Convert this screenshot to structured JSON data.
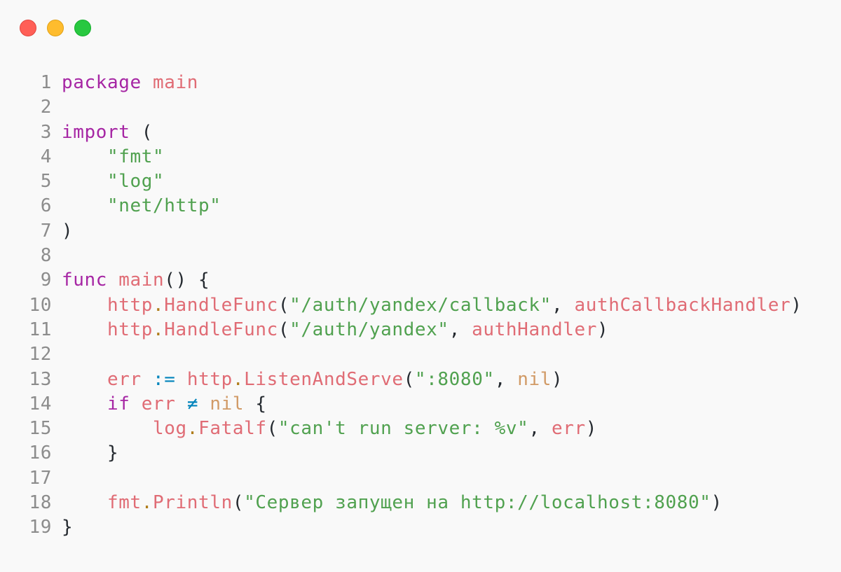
{
  "window": {
    "controls": [
      {
        "name": "close",
        "color": "#ff5f57"
      },
      {
        "name": "minimize",
        "color": "#febc2e"
      },
      {
        "name": "maximize",
        "color": "#28c840"
      }
    ]
  },
  "editor": {
    "language": "go",
    "colors": {
      "keyword": "#a626a4",
      "identifier": "#e06c75",
      "string": "#50a14f",
      "operator": "#0184bc",
      "constant": "#d19a66",
      "line_number": "#8c8c8c",
      "background": "#f9f9f9"
    },
    "lines": [
      {
        "n": "1",
        "tokens": [
          {
            "t": "package",
            "c": "kw"
          },
          {
            "t": " ",
            "c": "punc"
          },
          {
            "t": "main",
            "c": "id"
          }
        ]
      },
      {
        "n": "2",
        "tokens": []
      },
      {
        "n": "3",
        "tokens": [
          {
            "t": "import",
            "c": "kw"
          },
          {
            "t": " (",
            "c": "punc"
          }
        ]
      },
      {
        "n": "4",
        "tokens": [
          {
            "t": "    ",
            "c": "punc"
          },
          {
            "t": "\"fmt\"",
            "c": "str"
          }
        ]
      },
      {
        "n": "5",
        "tokens": [
          {
            "t": "    ",
            "c": "punc"
          },
          {
            "t": "\"log\"",
            "c": "str"
          }
        ]
      },
      {
        "n": "6",
        "tokens": [
          {
            "t": "    ",
            "c": "punc"
          },
          {
            "t": "\"net/http\"",
            "c": "str"
          }
        ]
      },
      {
        "n": "7",
        "tokens": [
          {
            "t": ")",
            "c": "punc"
          }
        ]
      },
      {
        "n": "8",
        "tokens": []
      },
      {
        "n": "9",
        "tokens": [
          {
            "t": "func",
            "c": "kw"
          },
          {
            "t": " ",
            "c": "punc"
          },
          {
            "t": "main",
            "c": "id"
          },
          {
            "t": "() {",
            "c": "punc"
          }
        ]
      },
      {
        "n": "10",
        "tokens": [
          {
            "t": "    ",
            "c": "punc"
          },
          {
            "t": "http",
            "c": "id"
          },
          {
            "t": ".",
            "c": "dotop"
          },
          {
            "t": "HandleFunc",
            "c": "id"
          },
          {
            "t": "(",
            "c": "punc"
          },
          {
            "t": "\"/auth/yandex/callback\"",
            "c": "str"
          },
          {
            "t": ", ",
            "c": "punc"
          },
          {
            "t": "authCallbackHandler",
            "c": "id"
          },
          {
            "t": ")",
            "c": "punc"
          }
        ]
      },
      {
        "n": "11",
        "tokens": [
          {
            "t": "    ",
            "c": "punc"
          },
          {
            "t": "http",
            "c": "id"
          },
          {
            "t": ".",
            "c": "dotop"
          },
          {
            "t": "HandleFunc",
            "c": "id"
          },
          {
            "t": "(",
            "c": "punc"
          },
          {
            "t": "\"/auth/yandex\"",
            "c": "str"
          },
          {
            "t": ", ",
            "c": "punc"
          },
          {
            "t": "authHandler",
            "c": "id"
          },
          {
            "t": ")",
            "c": "punc"
          }
        ]
      },
      {
        "n": "12",
        "tokens": []
      },
      {
        "n": "13",
        "tokens": [
          {
            "t": "    ",
            "c": "punc"
          },
          {
            "t": "err",
            "c": "id"
          },
          {
            "t": " ",
            "c": "punc"
          },
          {
            "t": ":=",
            "c": "op"
          },
          {
            "t": " ",
            "c": "punc"
          },
          {
            "t": "http",
            "c": "id"
          },
          {
            "t": ".",
            "c": "dotop"
          },
          {
            "t": "ListenAndServe",
            "c": "id"
          },
          {
            "t": "(",
            "c": "punc"
          },
          {
            "t": "\":8080\"",
            "c": "str"
          },
          {
            "t": ", ",
            "c": "punc"
          },
          {
            "t": "nil",
            "c": "const"
          },
          {
            "t": ")",
            "c": "punc"
          }
        ]
      },
      {
        "n": "14",
        "tokens": [
          {
            "t": "    ",
            "c": "punc"
          },
          {
            "t": "if",
            "c": "kw"
          },
          {
            "t": " ",
            "c": "punc"
          },
          {
            "t": "err",
            "c": "id"
          },
          {
            "t": " ",
            "c": "punc"
          },
          {
            "t": "≠",
            "c": "op"
          },
          {
            "t": " ",
            "c": "punc"
          },
          {
            "t": "nil",
            "c": "const"
          },
          {
            "t": " {",
            "c": "punc"
          }
        ]
      },
      {
        "n": "15",
        "tokens": [
          {
            "t": "        ",
            "c": "punc"
          },
          {
            "t": "log",
            "c": "id"
          },
          {
            "t": ".",
            "c": "dotop"
          },
          {
            "t": "Fatalf",
            "c": "id"
          },
          {
            "t": "(",
            "c": "punc"
          },
          {
            "t": "\"can't run server: %v\"",
            "c": "str"
          },
          {
            "t": ", ",
            "c": "punc"
          },
          {
            "t": "err",
            "c": "id"
          },
          {
            "t": ")",
            "c": "punc"
          }
        ]
      },
      {
        "n": "16",
        "tokens": [
          {
            "t": "    }",
            "c": "punc"
          }
        ]
      },
      {
        "n": "17",
        "tokens": []
      },
      {
        "n": "18",
        "tokens": [
          {
            "t": "    ",
            "c": "punc"
          },
          {
            "t": "fmt",
            "c": "id"
          },
          {
            "t": ".",
            "c": "dotop"
          },
          {
            "t": "Println",
            "c": "id"
          },
          {
            "t": "(",
            "c": "punc"
          },
          {
            "t": "\"Сервер запущен на http://localhost:8080\"",
            "c": "str"
          },
          {
            "t": ")",
            "c": "punc"
          }
        ]
      },
      {
        "n": "19",
        "tokens": [
          {
            "t": "}",
            "c": "punc"
          }
        ]
      }
    ]
  }
}
